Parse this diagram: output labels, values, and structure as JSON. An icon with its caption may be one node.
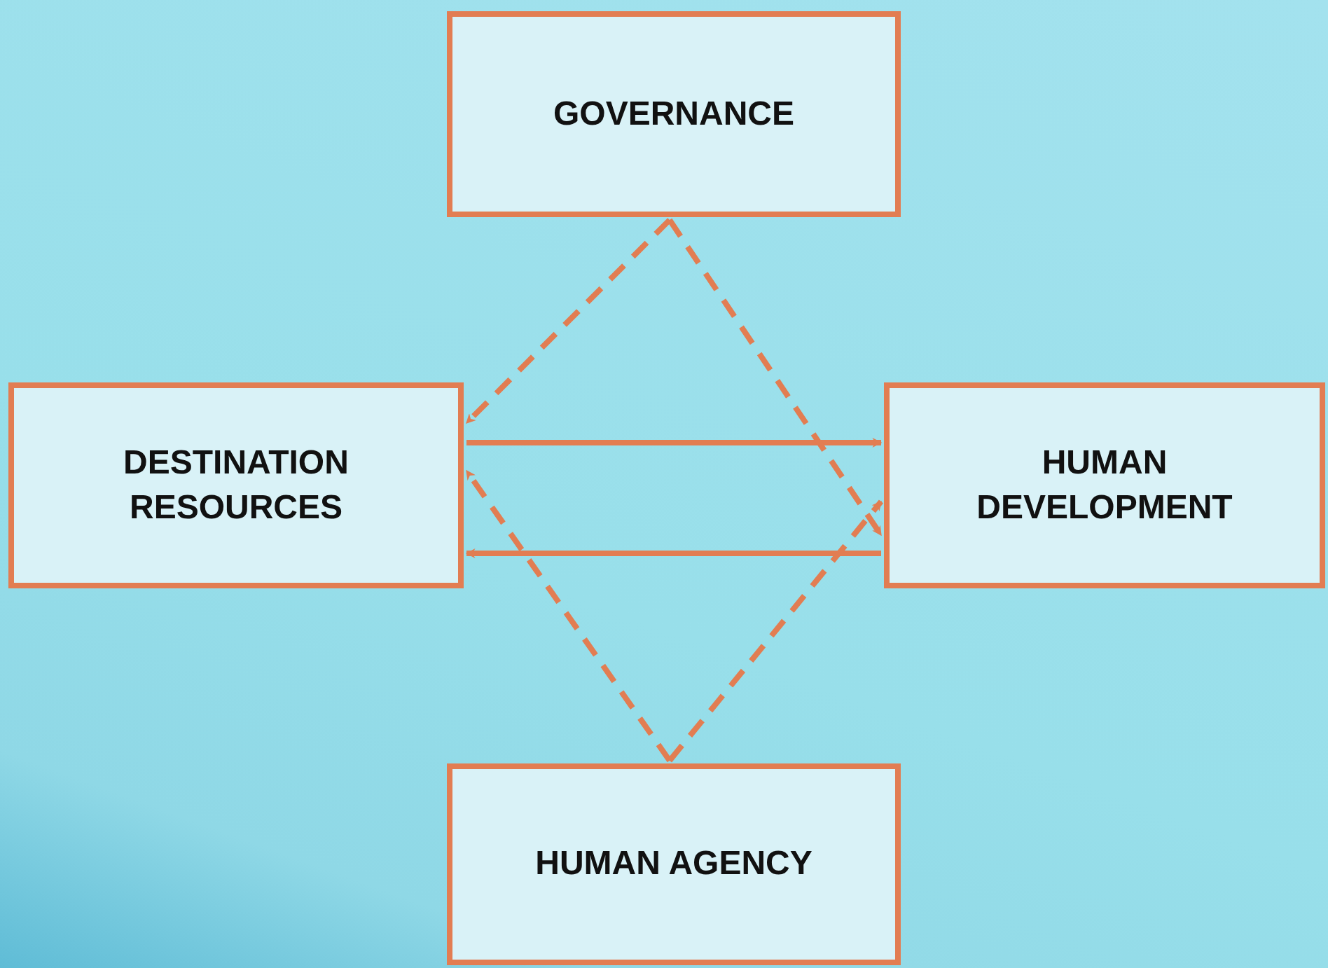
{
  "diagram": {
    "nodes": [
      {
        "text": [
          "GOVERNANCE"
        ]
      },
      {
        "text": [
          "DESTINATION RESOURCES"
        ]
      },
      {
        "text": [
          "HUMAN DEVELOPMENT"
        ]
      },
      {
        "text": [
          "HUMAN AGENCY"
        ]
      }
    ],
    "edges": [
      {
        "from": 1,
        "to": 2,
        "arrow": "to"
      },
      {
        "from": 2,
        "to": 1,
        "arrow": "to"
      },
      {
        "from": 0,
        "to": 1,
        "arrow": "to",
        "style": "dashed"
      },
      {
        "from": 0,
        "to": 2,
        "arrow": "to",
        "style": "dashed"
      },
      {
        "from": 3,
        "to": 1,
        "arrow": "to",
        "style": "dashed"
      },
      {
        "from": 3,
        "to": 2,
        "arrow": "to",
        "style": "dashed"
      }
    ]
  }
}
